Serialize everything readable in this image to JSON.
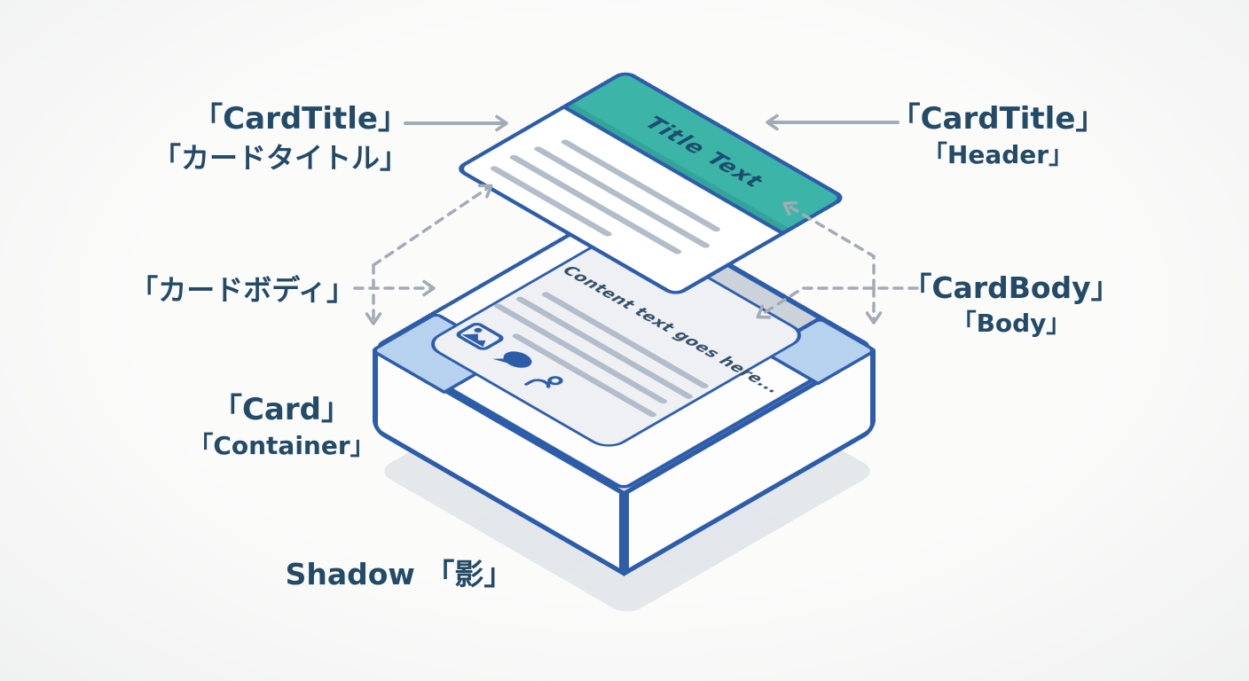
{
  "scene": {
    "background": "#fbfbfa",
    "colors": {
      "bg": "#fbfbfa",
      "outline": "#2d5da9",
      "teal": "#3cb5a8",
      "light_blue": "#b7d2ef",
      "gray_patch": "#ccd2d9",
      "line_gray": "#b3bdc9",
      "label": "#234a67",
      "arrow": "#a2abb6",
      "shadow": "#dde2e8",
      "face_bg": "#fdfdfd",
      "panel_bg": "#eef0f4",
      "title_text": "#1d4c70",
      "content_text": "#36506a"
    },
    "floating_card": {
      "title": "Title Text",
      "placeholder_line_count": 4
    },
    "body_panel": {
      "content_text": "Content text goes here...",
      "placeholder_line_count": 4,
      "icons": [
        "image-icon",
        "speech-bubble-icon",
        "person-icon"
      ]
    },
    "labels": {
      "card_title_left": {
        "line1": "「CardTitle」",
        "line2": "「カードタイトル」"
      },
      "card_title_right": {
        "line1": "「CardTitle」",
        "line2": "「Header」"
      },
      "card_body_left": {
        "line1": "「カードボディ」"
      },
      "card_body_right": {
        "line1": "「CardBody」",
        "line2": "「Body」"
      },
      "card_container": {
        "line1": "「Card」",
        "line2": "「Container」"
      },
      "shadow_label": {
        "line1": "Shadow 「影」"
      }
    }
  }
}
